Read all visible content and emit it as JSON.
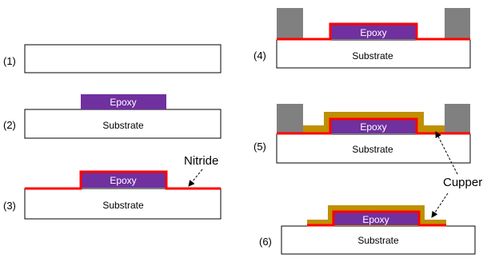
{
  "steps": [
    {
      "label": "(1)"
    },
    {
      "label": "(2)"
    },
    {
      "label": "(3)"
    },
    {
      "label": "(4)"
    },
    {
      "label": "(5)"
    },
    {
      "label": "(6)"
    }
  ],
  "layer_labels": {
    "substrate": "Substrate",
    "epoxy": "Epoxy"
  },
  "annotations": {
    "nitride": "Nitride",
    "copper": "Cupper"
  },
  "colors": {
    "substrate_fill": "#ffffff",
    "outline": "#000000",
    "epoxy": "#7030a0",
    "nitride": "#ff0000",
    "copper": "#bf9000",
    "mask": "#808080"
  }
}
